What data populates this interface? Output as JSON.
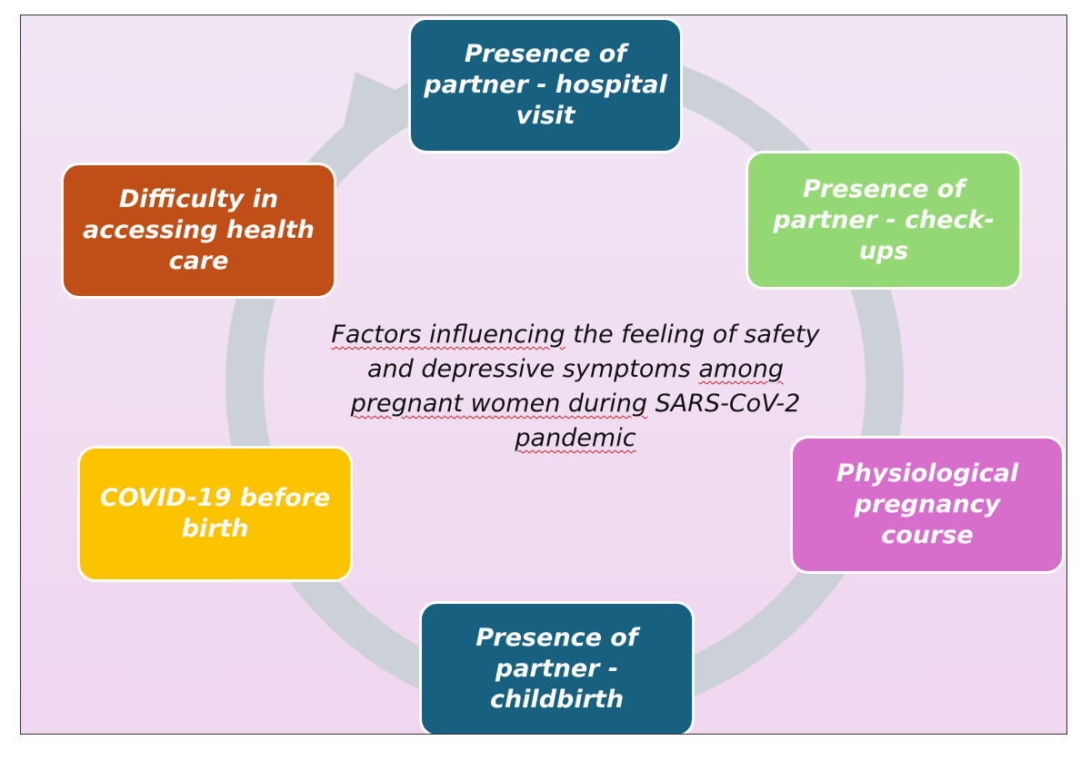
{
  "diagram": {
    "center_text": {
      "parts": [
        {
          "text": "Factors influencing",
          "underline": true
        },
        {
          "text": " the feeling of safety and depressive symptoms ",
          "underline": false
        },
        {
          "text": "among",
          "underline": true
        },
        {
          "text": " ",
          "underline": false
        },
        {
          "text": "pregnant women during",
          "underline": true
        },
        {
          "text": " SARS-CoV-2 ",
          "underline": false
        },
        {
          "text": "pandemic",
          "underline": true
        }
      ]
    },
    "nodes": [
      {
        "id": "hospital-visit",
        "label": "Presence of partner - hospital visit",
        "color": "#17607f"
      },
      {
        "id": "check-ups",
        "label": "Presence of partner - check-ups",
        "color": "#93d874"
      },
      {
        "id": "physiological-pregnancy",
        "label": "Physiological pregnancy course",
        "color": "#d86ecb"
      },
      {
        "id": "childbirth",
        "label": "Presence of partner - childbirth",
        "color": "#17607f"
      },
      {
        "id": "covid-before-birth",
        "label": "COVID-19 before birth",
        "color": "#fcc300"
      },
      {
        "id": "difficulty-health-care",
        "label": "Difficulty in accessing health care",
        "color": "#c04f17"
      }
    ],
    "ring_color": "#ccd0d7"
  }
}
